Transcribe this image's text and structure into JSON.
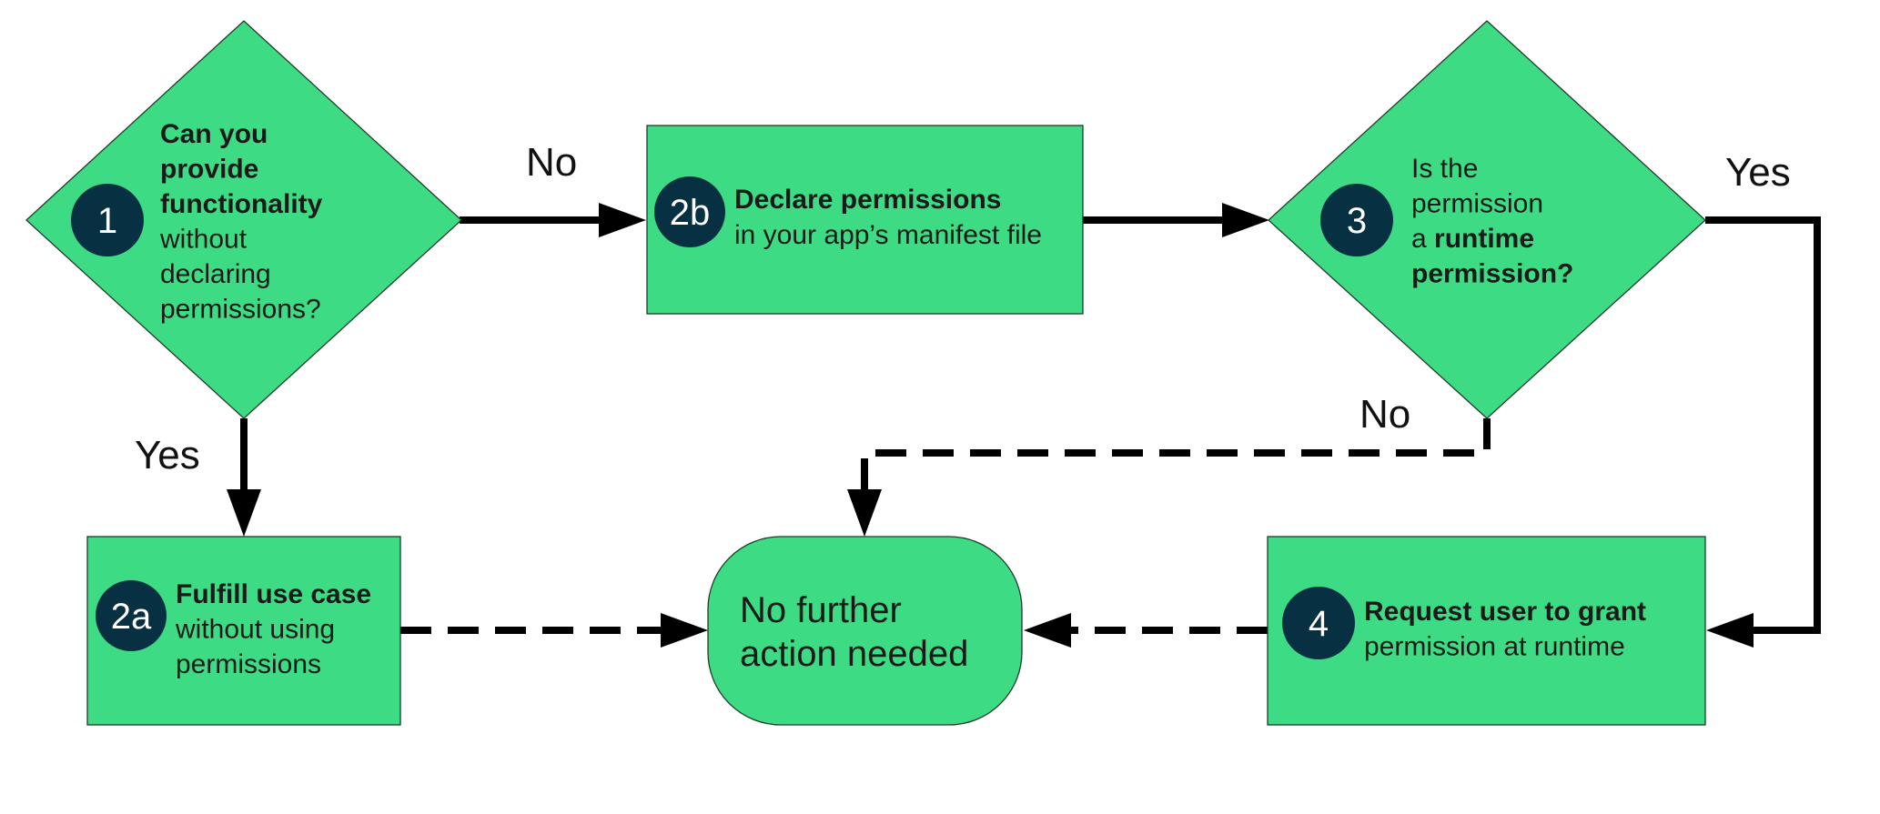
{
  "nodes": {
    "n1": {
      "badge": "1",
      "lines": [
        [
          {
            "t": "Can you",
            "b": true
          }
        ],
        [
          {
            "t": "provide",
            "b": true
          }
        ],
        [
          {
            "t": "functionality",
            "b": true
          }
        ],
        [
          {
            "t": "without",
            "b": false
          }
        ],
        [
          {
            "t": "declaring",
            "b": false
          }
        ],
        [
          {
            "t": "permissions?",
            "b": false
          }
        ]
      ]
    },
    "n2b": {
      "badge": "2b",
      "lines": [
        [
          {
            "t": "Declare permissions",
            "b": true
          }
        ],
        [
          {
            "t": "in your app’s manifest file",
            "b": false
          }
        ]
      ]
    },
    "n3": {
      "badge": "3",
      "lines": [
        [
          {
            "t": "Is the",
            "b": false
          }
        ],
        [
          {
            "t": "permission",
            "b": false
          }
        ],
        [
          {
            "t": "a ",
            "b": false
          },
          {
            "t": "runtime",
            "b": true
          }
        ],
        [
          {
            "t": "permission?",
            "b": true
          }
        ]
      ]
    },
    "n2a": {
      "badge": "2a",
      "lines": [
        [
          {
            "t": "Fulfill use case",
            "b": true
          }
        ],
        [
          {
            "t": "without using",
            "b": false
          }
        ],
        [
          {
            "t": "permissions",
            "b": false
          }
        ]
      ]
    },
    "n4": {
      "badge": "4",
      "lines": [
        [
          {
            "t": "Request user to grant",
            "b": true
          }
        ],
        [
          {
            "t": "permission at runtime",
            "b": false
          }
        ]
      ]
    },
    "end": {
      "lines": [
        "No further",
        "action needed"
      ]
    }
  },
  "edges": {
    "e1_2b": {
      "label": "No",
      "style": "solid"
    },
    "e1_2a": {
      "label": "Yes",
      "style": "solid"
    },
    "e2b_3": {
      "label": "",
      "style": "solid"
    },
    "e3_4": {
      "label": "Yes",
      "style": "solid"
    },
    "e3_end": {
      "label": "No",
      "style": "dashed"
    },
    "e2a_end": {
      "label": "",
      "style": "dashed"
    },
    "e4_end": {
      "label": "",
      "style": "dashed"
    }
  },
  "colors": {
    "node_fill": "#3ddc84",
    "badge_fill": "#073042",
    "badge_text": "#ffffff",
    "line": "#000000"
  }
}
